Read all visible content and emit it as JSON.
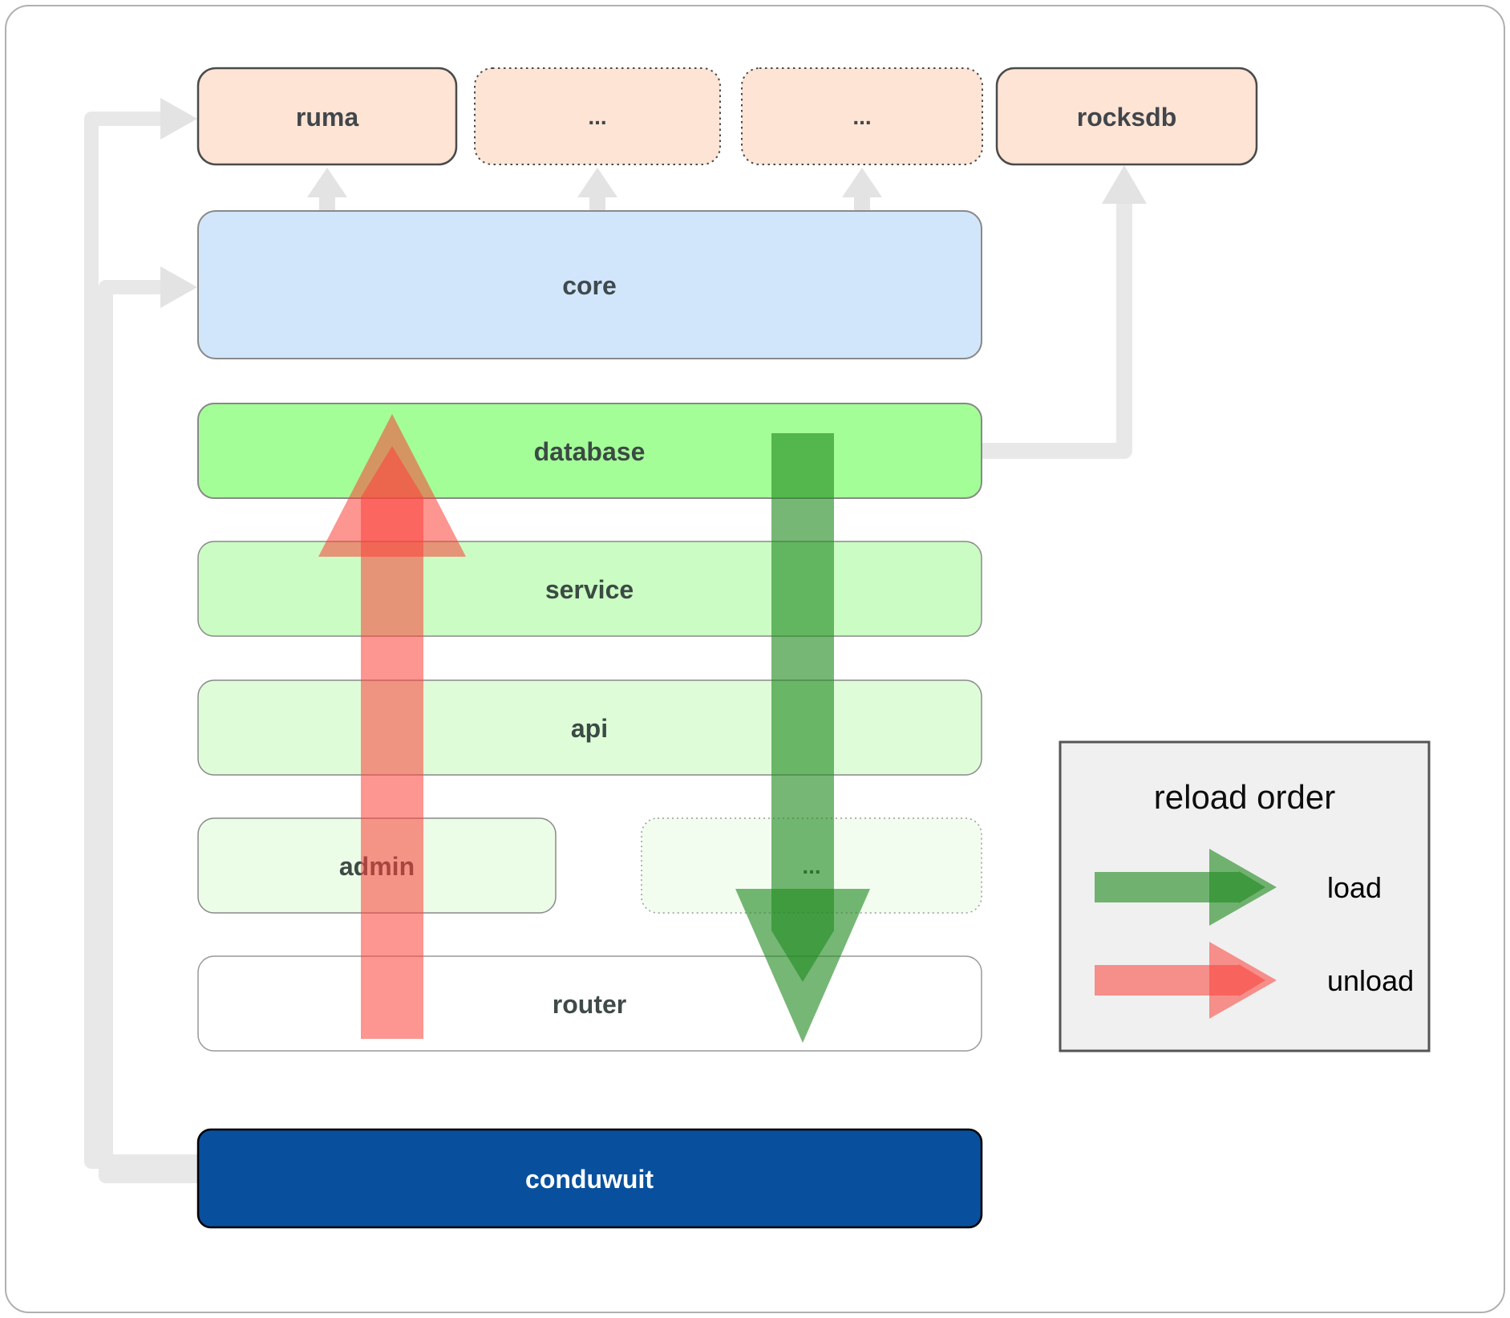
{
  "diagram": {
    "nodes": {
      "ruma": {
        "label": "ruma"
      },
      "ellipsis1": {
        "label": "..."
      },
      "ellipsis2": {
        "label": "..."
      },
      "rocksdb": {
        "label": "rocksdb"
      },
      "core": {
        "label": "core"
      },
      "database": {
        "label": "database"
      },
      "service": {
        "label": "service"
      },
      "api": {
        "label": "api"
      },
      "admin": {
        "label": "admin"
      },
      "ellipsis3": {
        "label": "..."
      },
      "router": {
        "label": "router"
      },
      "conduwuit": {
        "label": "conduwuit"
      }
    },
    "legend": {
      "title": "reload order",
      "load_label": "load",
      "unload_label": "unload"
    },
    "colors": {
      "peach_box": "#fde4d4",
      "core_box": "#d2e6fb",
      "database_box": "#a4fe97",
      "service_box": "#cbfcc3",
      "api_box": "#defcd8",
      "admin_box": "#ebfce7",
      "ellipsis3_box": "#f2fdf0",
      "router_box": "#ffffff",
      "conduwuit_box": "#08509d",
      "load_arrow": "#228b22",
      "unload_arrow": "#fb423b",
      "connector_gray": "#e8e8e8",
      "label_text": "#3f4a49",
      "conduwuit_text": "#ffffff",
      "legend_bg": "#f0f0f0"
    }
  }
}
